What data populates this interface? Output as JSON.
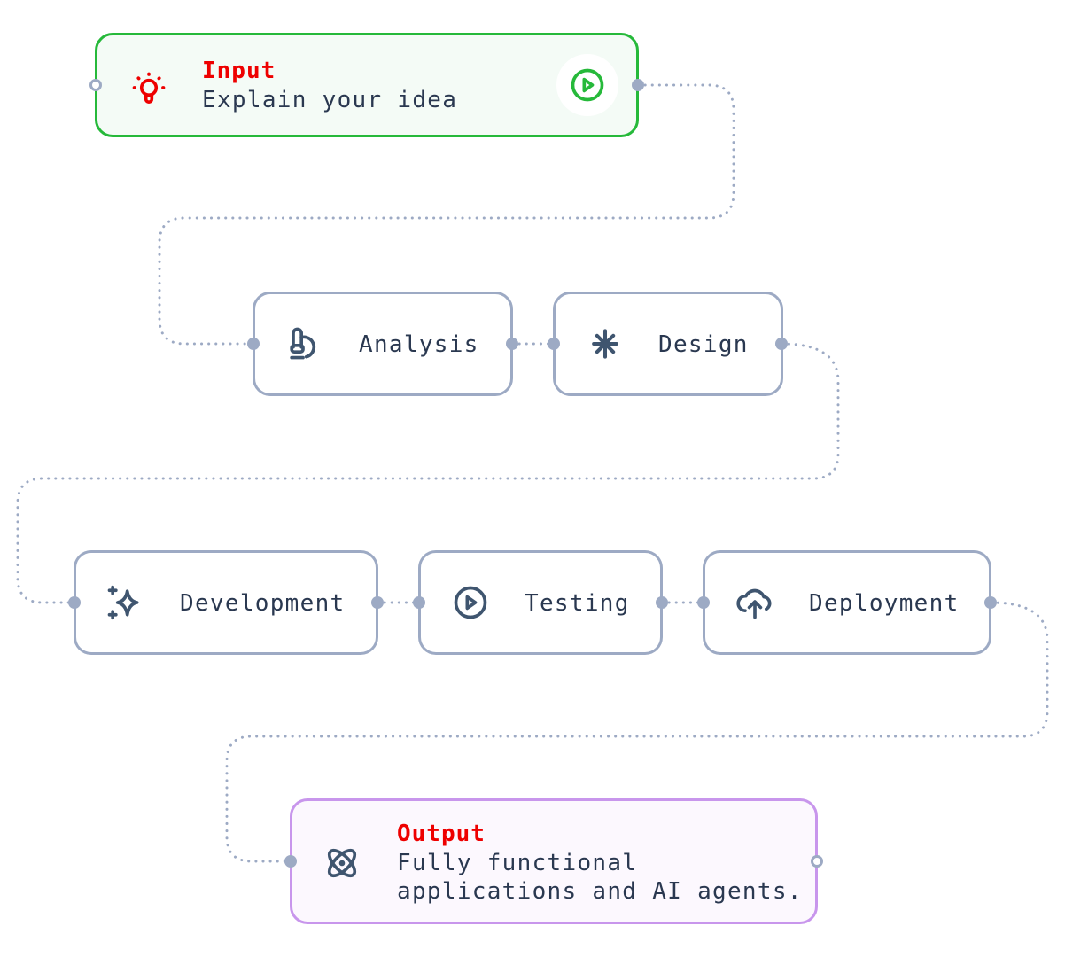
{
  "colors": {
    "connector": "#9daac4",
    "node_border": "#9daac4",
    "input_border": "#26b93a",
    "output_border": "#c896ec",
    "title_red": "#ee0000",
    "text": "#2a3850",
    "icon": "#3f556f"
  },
  "input": {
    "title": "Input",
    "description": "Explain your idea",
    "icon": "lightbulb-icon",
    "action": "play-circle-icon"
  },
  "steps": [
    {
      "label": "Analysis",
      "icon": "microscope-icon"
    },
    {
      "label": "Design",
      "icon": "asterisk-icon"
    },
    {
      "label": "Development",
      "icon": "sparkles-icon"
    },
    {
      "label": "Testing",
      "icon": "play-circle-icon"
    },
    {
      "label": "Deployment",
      "icon": "cloud-upload-icon"
    }
  ],
  "output": {
    "title": "Output",
    "description": "Fully functional\napplications and AI agents.",
    "icon": "atom-icon"
  }
}
